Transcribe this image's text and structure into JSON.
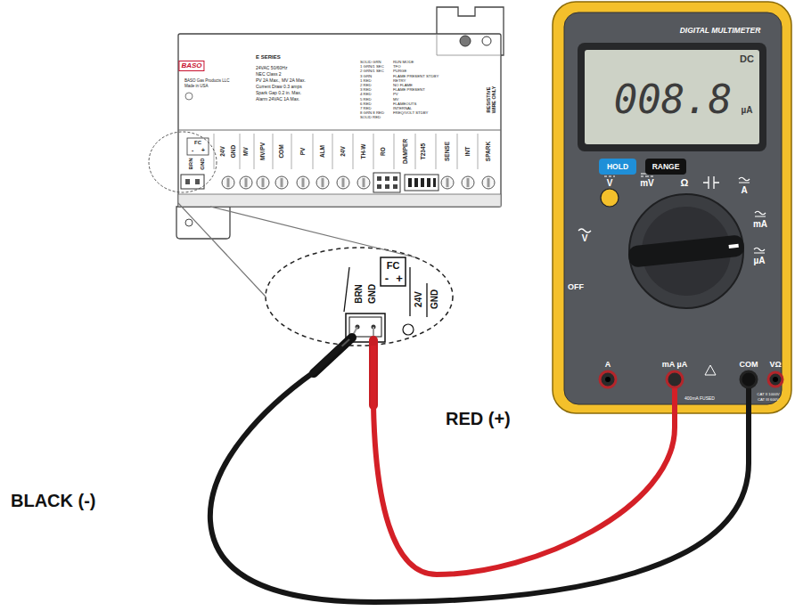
{
  "diagram": {
    "nodes": [
      {
        "text": [
          "BASO",
          "BASO Gas Products LLC",
          "Made in USA",
          "E SERIES",
          "24VAC 50/60Hz",
          "NEC Class 2",
          "PV 2A Max., MV 2A Max.",
          "Current Draw 0.3 amps",
          "Spark Gap 0.2 in. Max.",
          "Alarm 24VAC 1A Max.",
          "SOLID GRN",
          "1 GRN/1 SEC",
          "2 GRN/1 SEC",
          "3 GRN",
          "1 RED",
          "2 RED",
          "3 RED",
          "4 RED",
          "5 RED",
          "6 RED",
          "7 RED",
          "8 GRN 8 RED",
          "SOLID RED",
          "RUN MODE",
          "TFO",
          "PURGE",
          "FLAME PRESENT STDBY",
          "RETRY",
          "NO FLAME",
          "FLAME PRESENT",
          "PV",
          "MV",
          "FLAMEOUTS",
          "INTERNAL",
          "FREQ/VOLT STDBY",
          "RESISTIVE WIRE ONLY",
          "FC",
          "-",
          "+",
          "BRN",
          "GND",
          "24V",
          "GND",
          "MV",
          "MV/PV",
          "COM",
          "PV",
          "ALM",
          "24V",
          "TH-W",
          "RO",
          "DAMPER",
          "T2345",
          "SENSE",
          "INT",
          "SPARK"
        ]
      },
      {
        "text": [
          "FC",
          "-",
          "+",
          "BRN",
          "GND",
          "24V",
          "GND"
        ]
      },
      {
        "text": [
          "DIGITAL MULTIMETER",
          "OFF",
          "V",
          "V",
          "mV",
          "Ω",
          "A",
          "mA",
          "µA",
          "400mA FUSED",
          "CAT II 1000V",
          "CAT III 600V"
        ]
      },
      {
        "text": [
          "DC",
          "008.8",
          "µA"
        ],
        "in": 2
      },
      {
        "text": [
          "HOLD"
        ],
        "in": 2
      },
      {
        "text": [
          "RANGE"
        ],
        "in": 2
      },
      {
        "text": [
          "A"
        ],
        "in": 2
      },
      {
        "text": [
          "mA µA"
        ],
        "in": 2
      },
      {
        "text": [
          "COM"
        ],
        "in": 2
      },
      {
        "text": [
          "VΩ"
        ],
        "in": 2
      }
    ],
    "edges": [
      {
        "from": 0,
        "to": 1,
        "arrow": "none"
      },
      {
        "from": 1,
        "to": 7,
        "arrow": "none"
      },
      {
        "from": 1,
        "to": 8,
        "arrow": "none"
      }
    ],
    "labels": [
      "RED (+)",
      "BLACK (-)"
    ]
  }
}
